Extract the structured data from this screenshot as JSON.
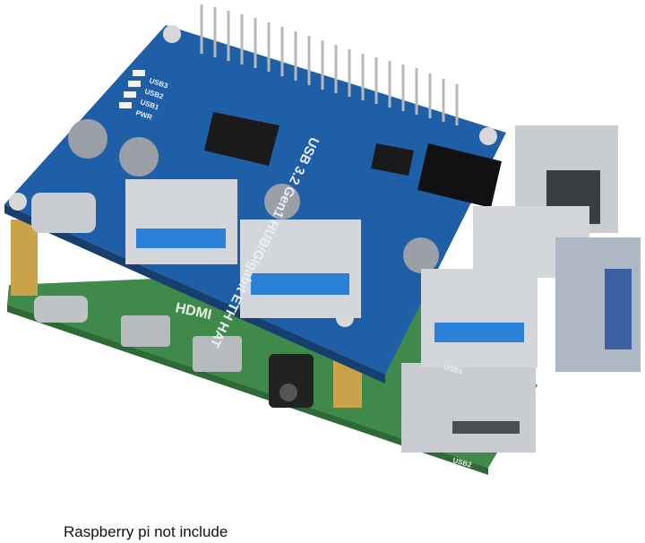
{
  "product": {
    "board_label": "USB 3.2 Gen1 HUB/Gigabit ETH HAT",
    "silkscreen": [
      "USB3",
      "USB2",
      "USB1",
      "PWR",
      "HDMI",
      "USB1",
      "USB2"
    ],
    "colors": {
      "hat_board": "#1f5fa8",
      "pi_board": "#3f8a4a",
      "metal": "#c9ccd0",
      "usb_blue": "#2a7fd6",
      "standoff": "#c9a24a"
    }
  },
  "caption": "Raspberry pi not include"
}
